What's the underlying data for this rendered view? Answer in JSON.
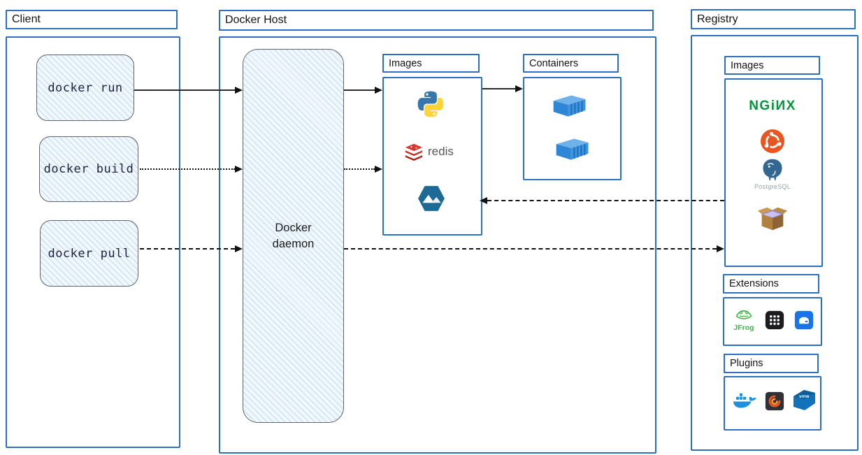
{
  "client": {
    "title": "Client",
    "commands": [
      "docker run",
      "docker build",
      "docker pull"
    ]
  },
  "docker_host": {
    "title": "Docker Host",
    "daemon_label": "Docker daemon",
    "images": {
      "title": "Images",
      "redis_label": "redis",
      "icons": [
        "python-icon",
        "redis-icon",
        "alpine-icon"
      ]
    },
    "containers": {
      "title": "Containers",
      "icons": [
        "container-icon",
        "container-icon"
      ]
    }
  },
  "registry": {
    "title": "Registry",
    "images": {
      "title": "Images",
      "nginx_wordmark": "NGiИX",
      "postgresql_label": "PostgreSQL",
      "icons": [
        "nginx-wordmark",
        "ubuntu-icon",
        "postgresql-icon",
        "busybox-icon"
      ]
    },
    "extensions": {
      "title": "Extensions",
      "jfrog_label": "JFrog",
      "icons": [
        "jfrog-icon",
        "app-grid-icon",
        "drive-icon"
      ]
    },
    "plugins": {
      "title": "Plugins",
      "vmware_label": "vmw",
      "icons": [
        "docker-whale-icon",
        "grafana-icon",
        "vmware-icon"
      ]
    }
  },
  "arrows": [
    {
      "from": "docker-run",
      "to": "docker-daemon",
      "style": "solid"
    },
    {
      "from": "docker-build",
      "to": "docker-daemon",
      "style": "dotted"
    },
    {
      "from": "docker-pull",
      "to": "docker-daemon",
      "style": "dashed"
    },
    {
      "from": "docker-daemon",
      "to": "host-images",
      "style": "solid"
    },
    {
      "from": "docker-daemon",
      "to": "host-images",
      "style": "dotted"
    },
    {
      "from": "host-images",
      "to": "containers",
      "style": "solid"
    },
    {
      "from": "registry-images",
      "to": "host-images",
      "style": "dashed"
    },
    {
      "from": "docker-daemon",
      "to": "registry-images",
      "style": "dashed"
    }
  ],
  "colors": {
    "frame_blue": "#2b6fbe",
    "sketch_fill": "#f0f7fd",
    "sketch_stroke": "#5d646e",
    "arrow_black": "#111111",
    "python_blue": "#3776ab",
    "python_yellow": "#ffd43b",
    "redis_red": "#c6302b",
    "alpine_teal": "#1d6a96",
    "container_blue": "#2e86d6",
    "nginx_green": "#009639",
    "ubuntu_orange": "#e95420",
    "postgres_blue": "#336791",
    "jfrog_green": "#3eb44a",
    "docker_blue": "#1d90e0",
    "grafana_orange": "#ff8c2e",
    "vmware_blue": "#1172ba"
  }
}
